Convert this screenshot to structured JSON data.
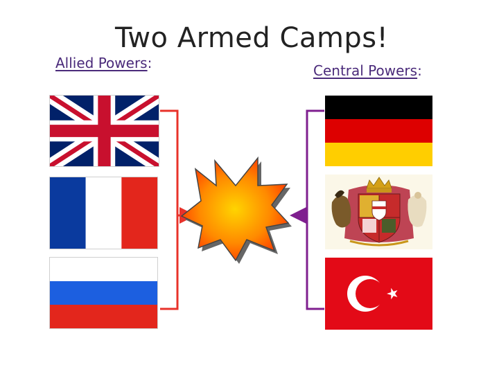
{
  "slide": {
    "title": "Two Armed Camps!"
  },
  "allied": {
    "label_word": "Allied Powers",
    "label_suffix": ":",
    "line_color": "#e8322a",
    "flags": [
      {
        "icon": "union-jack-flag-icon"
      },
      {
        "icon": "french-tricolour-flag-icon"
      },
      {
        "icon": "russian-tricolour-flag-icon"
      }
    ]
  },
  "central": {
    "label_word": "Central Powers",
    "label_suffix": ":",
    "line_color": "#7f1f8f",
    "flags": [
      {
        "icon": "german-black-red-gold-flag-icon"
      },
      {
        "icon": "austro-hungarian-coat-of-arms-icon"
      },
      {
        "icon": "ottoman-crescent-star-flag-icon"
      }
    ]
  },
  "center": {
    "icon": "explosion-burst-icon",
    "gradient": [
      "#ffd400",
      "#ff2a00"
    ]
  }
}
